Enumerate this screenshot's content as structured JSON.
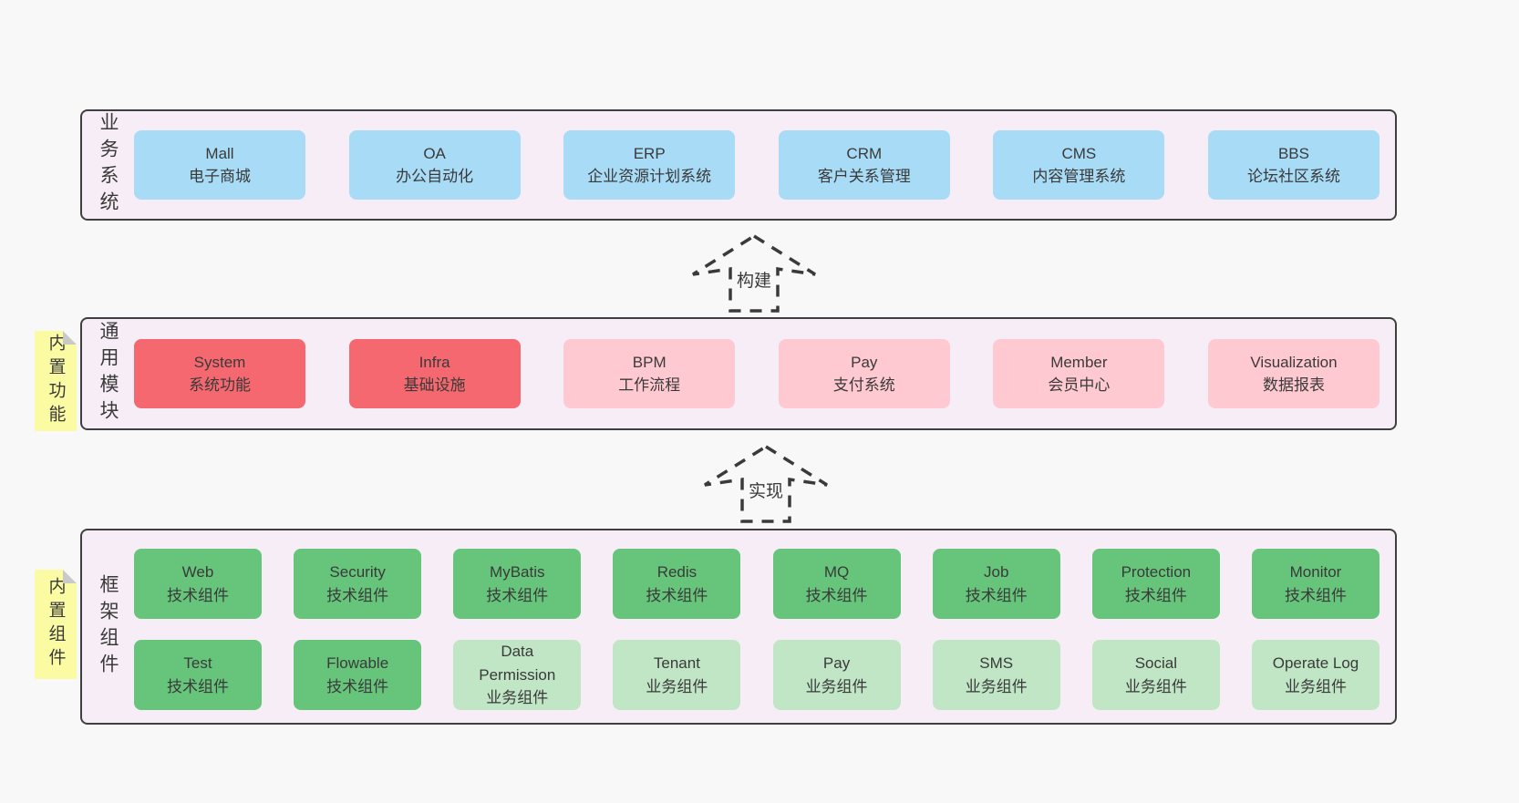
{
  "colors": {
    "page_bg": "#f8f8f8",
    "panel_bg": "#f7edf6",
    "panel_border": "#3f3f3f",
    "blue": "#a8dbf5",
    "red": "#f5686f",
    "pink": "#ffc9d2",
    "green": "#66c57b",
    "light_green": "#c0e6c6",
    "note_yellow": "#fbfba3",
    "note_fold": "#c9c9c9",
    "text": "#3a3a3a"
  },
  "arrows": [
    {
      "label": "构建"
    },
    {
      "label": "实现"
    }
  ],
  "layers": [
    {
      "id": "business-systems",
      "label": "业务系统",
      "boxes": [
        {
          "title": "Mall",
          "subtitle": "电子商城"
        },
        {
          "title": "OA",
          "subtitle": "办公自动化"
        },
        {
          "title": "ERP",
          "subtitle": "企业资源计划系统"
        },
        {
          "title": "CRM",
          "subtitle": "客户关系管理"
        },
        {
          "title": "CMS",
          "subtitle": "内容管理系统"
        },
        {
          "title": "BBS",
          "subtitle": "论坛社区系统"
        }
      ]
    },
    {
      "id": "common-modules",
      "label": "通用模块",
      "note": "内置功能",
      "boxes": [
        {
          "title": "System",
          "subtitle": "系统功能"
        },
        {
          "title": "Infra",
          "subtitle": "基础设施"
        },
        {
          "title": "BPM",
          "subtitle": "工作流程"
        },
        {
          "title": "Pay",
          "subtitle": "支付系统"
        },
        {
          "title": "Member",
          "subtitle": "会员中心"
        },
        {
          "title": "Visualization",
          "subtitle": "数据报表"
        }
      ]
    },
    {
      "id": "framework-components",
      "label": "框架组件",
      "note": "内置组件",
      "rows": [
        [
          {
            "title": "Web",
            "subtitle": "技术组件"
          },
          {
            "title": "Security",
            "subtitle": "技术组件"
          },
          {
            "title": "MyBatis",
            "subtitle": "技术组件"
          },
          {
            "title": "Redis",
            "subtitle": "技术组件"
          },
          {
            "title": "MQ",
            "subtitle": "技术组件"
          },
          {
            "title": "Job",
            "subtitle": "技术组件"
          },
          {
            "title": "Protection",
            "subtitle": "技术组件"
          },
          {
            "title": "Monitor",
            "subtitle": "技术组件"
          }
        ],
        [
          {
            "title": "Test",
            "subtitle": "技术组件"
          },
          {
            "title": "Flowable",
            "subtitle": "技术组件"
          },
          {
            "title": "Data Permission",
            "subtitle": "业务组件"
          },
          {
            "title": "Tenant",
            "subtitle": "业务组件"
          },
          {
            "title": "Pay",
            "subtitle": "业务组件"
          },
          {
            "title": "SMS",
            "subtitle": "业务组件"
          },
          {
            "title": "Social",
            "subtitle": "业务组件"
          },
          {
            "title": "Operate Log",
            "subtitle": "业务组件"
          }
        ]
      ]
    }
  ]
}
